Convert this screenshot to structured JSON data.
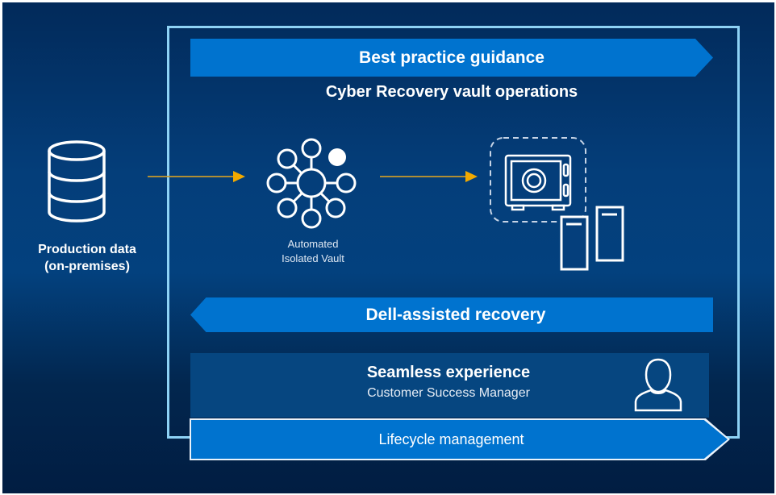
{
  "diagram": {
    "title": "Cyber Recovery vault operations",
    "colors": {
      "background_top": "#022a5a",
      "background_bottom": "#011d42",
      "frame_border": "#8ed2f5",
      "banner_fill": "#0073cf",
      "panel_fill": "#064680",
      "arrow_color": "#f2a900",
      "icon_stroke": "#ffffff"
    },
    "banners": {
      "top": "Best practice guidance",
      "recovery": "Dell-assisted recovery",
      "lifecycle": "Lifecycle management"
    },
    "source": {
      "icon": "database-icon",
      "label_line1": "Production data",
      "label_line2": "(on-premises)"
    },
    "vault": {
      "icon": "network-hub-icon",
      "label_line1": "Automated",
      "label_line2": "Isolated Vault"
    },
    "destination": {
      "icons": [
        "safe-icon",
        "server-icon",
        "server-icon"
      ]
    },
    "flow_arrows": [
      {
        "from": "Production data (on-premises)",
        "to": "Automated Isolated Vault"
      },
      {
        "from": "Automated Isolated Vault",
        "to": "safe"
      }
    ],
    "seamless": {
      "title": "Seamless experience",
      "subtitle": "Customer Success Manager",
      "icon": "person-icon"
    }
  }
}
